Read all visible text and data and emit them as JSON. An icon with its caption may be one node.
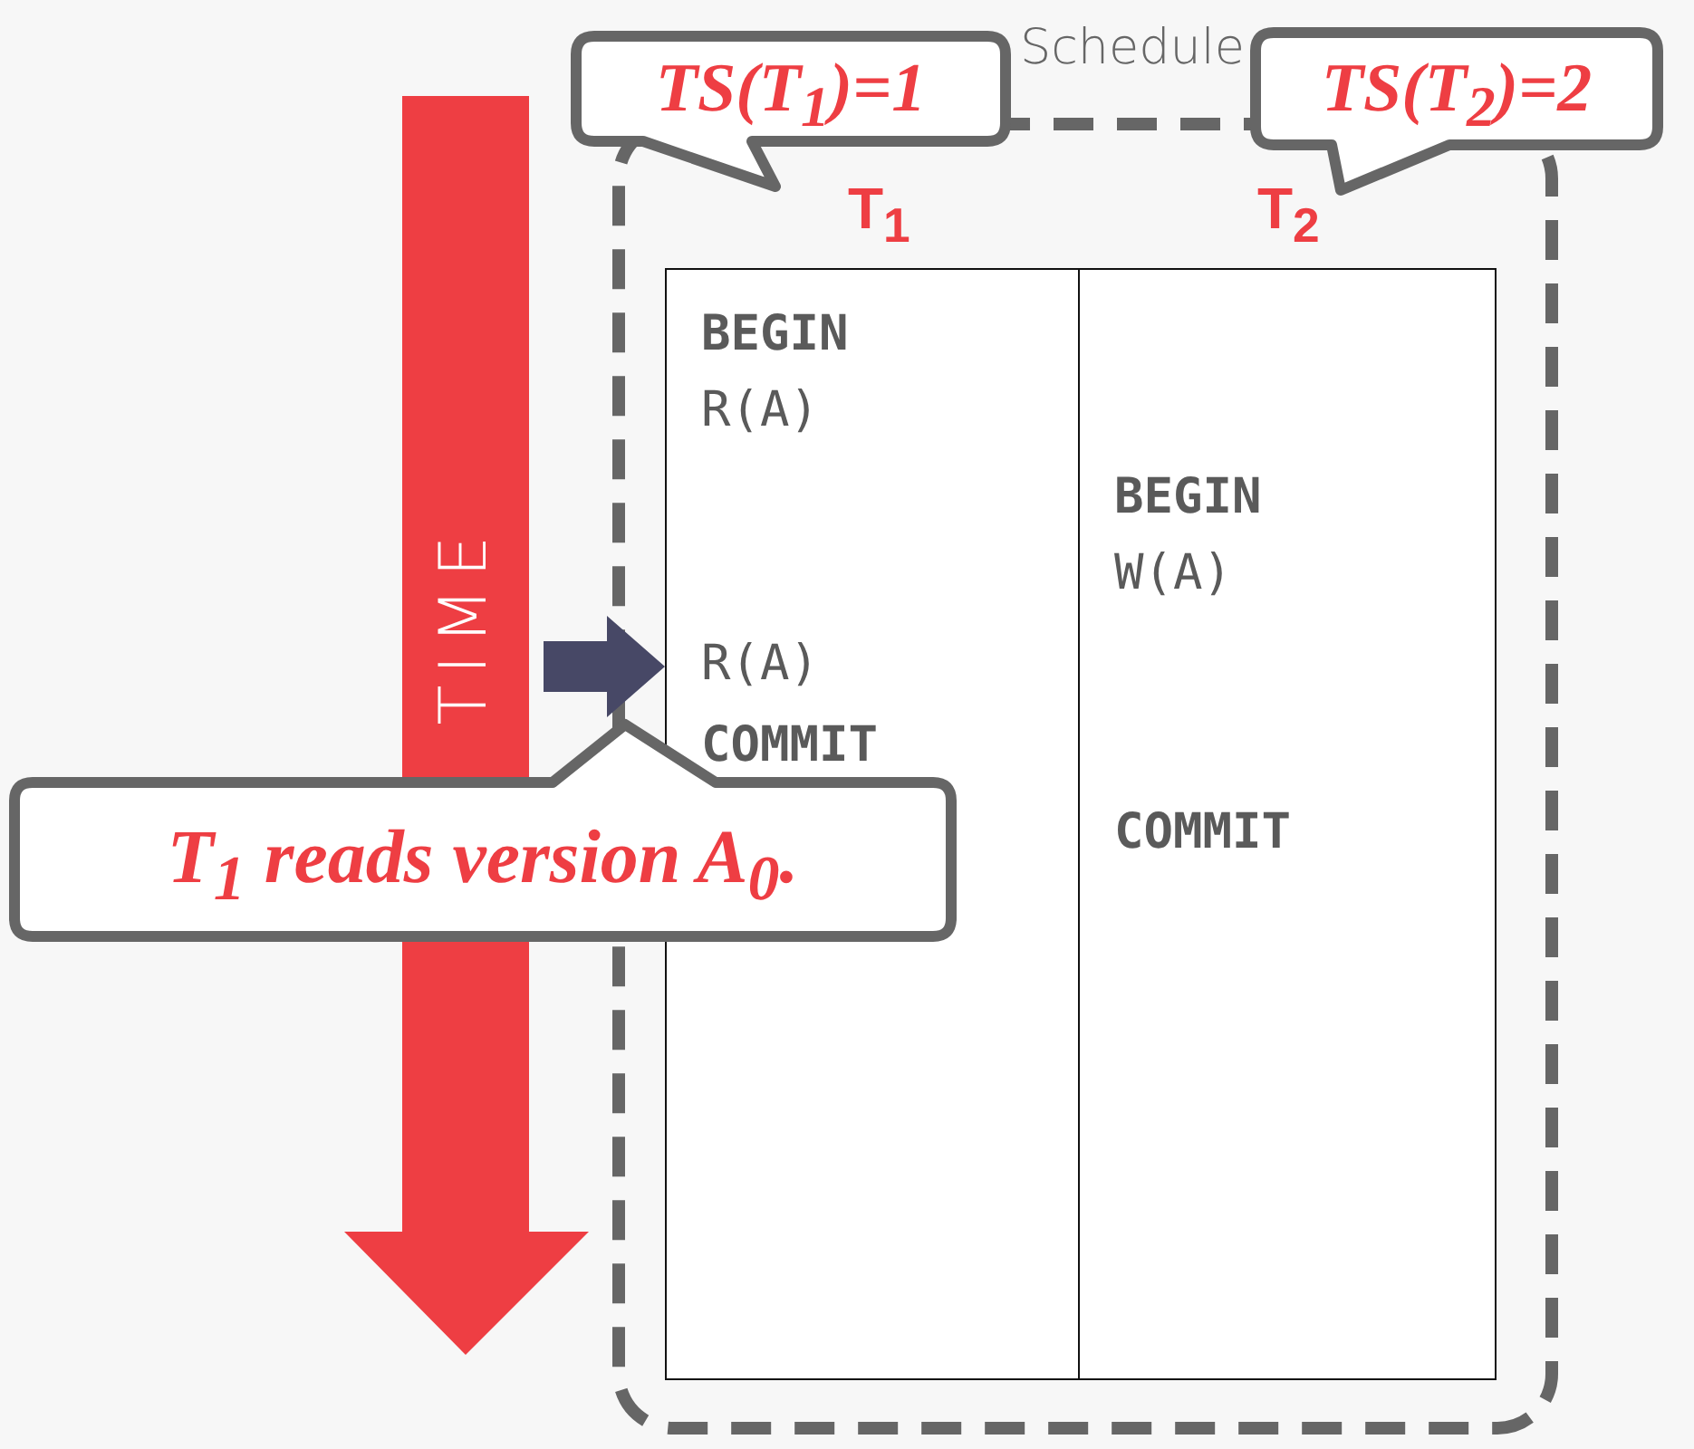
{
  "diagram": {
    "nodes": [
      {
        "text": [
          "Schedule"
        ]
      },
      {
        "text": [
          "T$_{1}$",
          "BEGIN",
          "R(A)",
          "R(A)",
          "COMMIT"
        ],
        "in": 0
      },
      {
        "text": [
          "T$_{2}$",
          "BEGIN",
          "W(A)",
          "COMMIT"
        ],
        "in": 0
      },
      {
        "text": [
          "TS(T$_{1}$)=1"
        ]
      },
      {
        "text": [
          "TS(T$_{2}$)=2"
        ]
      },
      {
        "text": [
          "T$_{1}$ reads version A$_{0}$."
        ]
      }
    ],
    "edges": [
      {
        "from": null,
        "to": 1,
        "arrow": "to",
        "style": "thick",
        "color": "#474866"
      }
    ],
    "labels": [
      "TIME"
    ]
  }
}
